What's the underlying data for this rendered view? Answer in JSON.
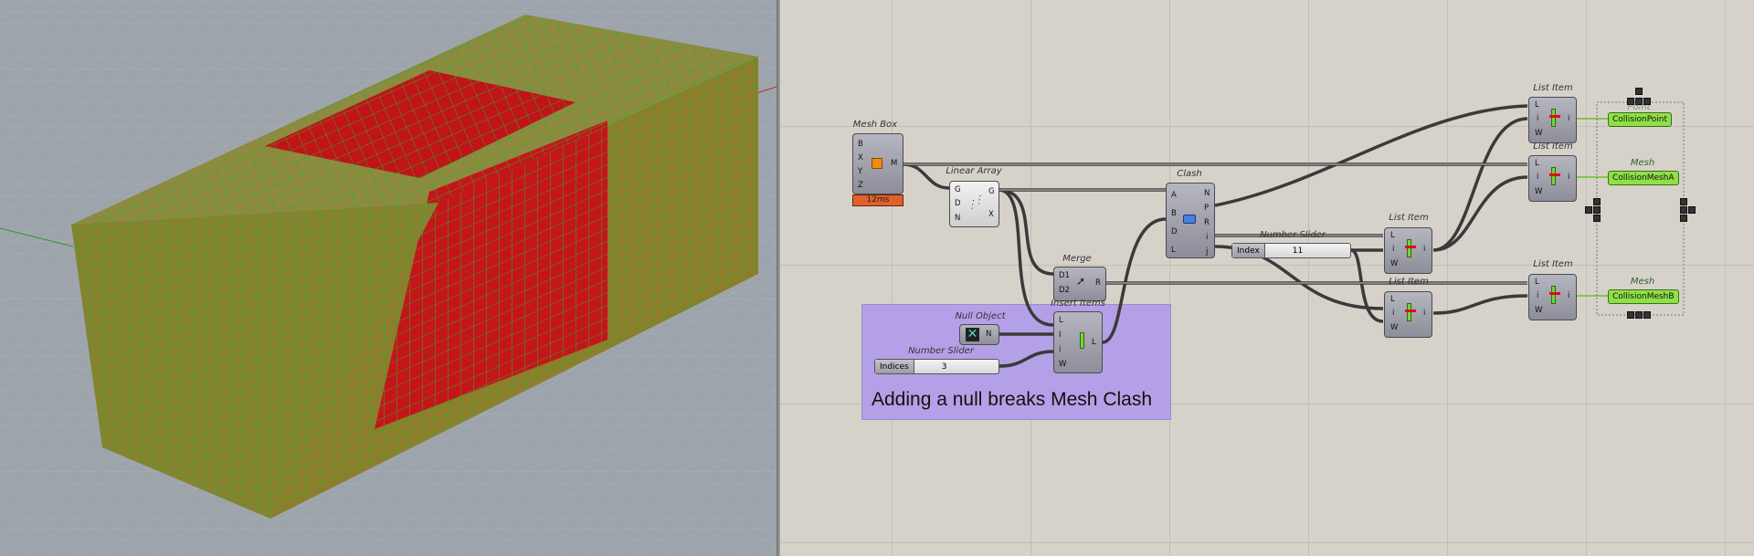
{
  "viewport": {
    "colors": {
      "background": "#9ea4ac",
      "mesh_green": "#8a8a3a",
      "clash_red": "#c0181a",
      "wire": "#22b022"
    }
  },
  "canvas": {
    "mesh_box": {
      "title": "Mesh Box",
      "inputs": [
        "B",
        "X",
        "Y",
        "Z"
      ],
      "outputs": [
        "M"
      ],
      "timer": "12ms"
    },
    "linear_array": {
      "title": "Linear Array",
      "inputs": [
        "G",
        "D",
        "N"
      ],
      "outputs": [
        "G",
        "X"
      ]
    },
    "clash": {
      "title": "Clash",
      "inputs": [
        "A",
        "B",
        "D",
        "L"
      ],
      "outputs": [
        "N",
        "P",
        "R",
        "i",
        "j"
      ]
    },
    "merge": {
      "title": "Merge",
      "inputs": [
        "D1",
        "D2"
      ],
      "outputs": [
        "R"
      ]
    },
    "insert_items": {
      "title": "Insert Items",
      "inputs": [
        "L",
        "I",
        "i",
        "W"
      ],
      "outputs": [
        "L"
      ]
    },
    "null_object": {
      "title": "Null Object",
      "outputs": [
        "N"
      ]
    },
    "slider_indices": {
      "title": "Number Slider",
      "name": "Indices",
      "value": "3"
    },
    "slider_index": {
      "title": "Number Slider",
      "name": "Index",
      "value": "11"
    },
    "list_items": [
      {
        "title": "List Item",
        "inputs": [
          "L",
          "i",
          "W"
        ],
        "outputs": [
          "i"
        ]
      },
      {
        "title": "List Item",
        "inputs": [
          "L",
          "i",
          "W"
        ],
        "outputs": [
          "i"
        ]
      },
      {
        "title": "List Item",
        "inputs": [
          "L",
          "i",
          "W"
        ],
        "outputs": [
          "i"
        ]
      },
      {
        "title": "List Item",
        "inputs": [
          "L",
          "i",
          "W"
        ],
        "outputs": [
          "i"
        ]
      },
      {
        "title": "List Item",
        "inputs": [
          "L",
          "i",
          "W"
        ],
        "outputs": [
          "i"
        ]
      }
    ],
    "panels": [
      {
        "title": "Point",
        "value": "CollisionPoint"
      },
      {
        "title": "Mesh",
        "value": "CollisionMeshA"
      },
      {
        "title": "Mesh",
        "value": "CollisionMeshB"
      }
    ],
    "group": {
      "text": "Adding a null breaks Mesh Clash",
      "color": "#b4a0e6"
    }
  }
}
